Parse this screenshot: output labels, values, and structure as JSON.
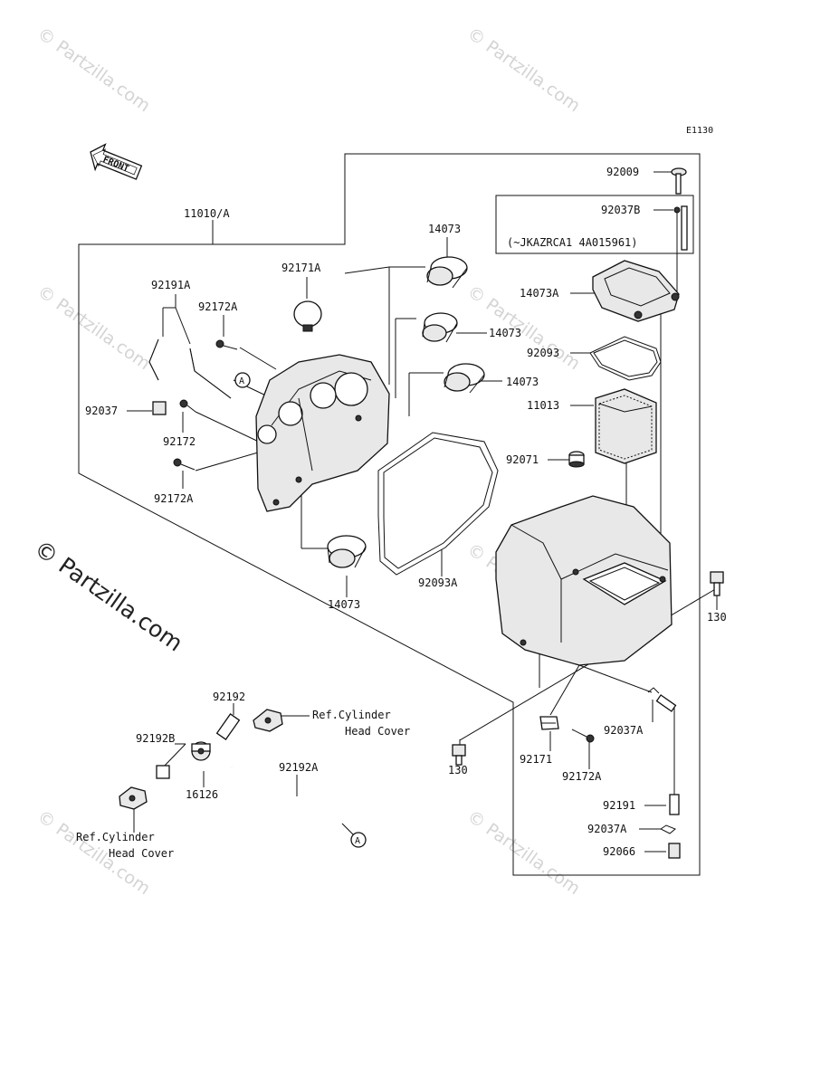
{
  "diagram_code": "E1130",
  "front_label": "FRONT",
  "watermark": "© Partzilla.com",
  "callouts": {
    "c1": "11010/A",
    "c2": "92009",
    "c3": "92037B",
    "c4": "(~JKAZRCA1 4A015961)",
    "c5": "14073",
    "c6": "92171A",
    "c7": "92191A",
    "c8": "92172A",
    "c9": "14073A",
    "c10": "14073",
    "c11": "92093",
    "c12": "14073",
    "c13": "11013",
    "c14": "92037",
    "c15": "92172",
    "c16": "92071",
    "c17": "92172A",
    "c18": "14073",
    "c19": "92093A",
    "c20": "130",
    "c21": "92192",
    "c22": "Ref.Cylinder",
    "c23": "Head Cover",
    "c24": "92192B",
    "c25": "92192A",
    "c26": "16126",
    "c27": "Ref.Cylinder",
    "c28": "Head Cover",
    "c29": "130",
    "c30": "92171",
    "c31": "92172A",
    "c32": "92037A",
    "c33": "92191",
    "c34": "92037A",
    "c35": "92066"
  },
  "ref_marker": "A"
}
